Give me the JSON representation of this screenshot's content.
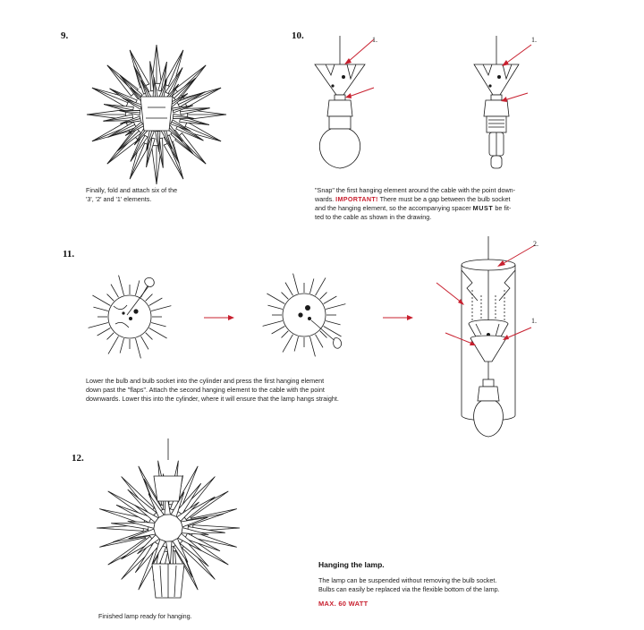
{
  "steps": {
    "s9": {
      "number": "9.",
      "caption_line1": "Finally, fold and attach six of the",
      "caption_line2": "'3', '2' and '1' elements."
    },
    "s10": {
      "number": "10.",
      "label1": "1.",
      "label2": "1.",
      "line1": "\"Snap\" the first hanging element around the cable with the point down-",
      "line2_pre": "wards.",
      "important": "IMPORTANT!",
      "line2_post": "There must be a gap between the bulb socket",
      "line3": "and the hanging element, so the accompanying spacer",
      "must": "MUST",
      "line3_post": "be fit-",
      "line4": "ted to the cable as shown in the drawing."
    },
    "s11": {
      "number": "11.",
      "label_top": "2.",
      "label_mid": "1.",
      "line1": "Lower the bulb and bulb socket into the cylinder and press the first hanging element",
      "line2": "down past the \"flaps\". Attach the second hanging element to the cable with the point",
      "line3": "downwards. Lower this into the cylinder, where it will ensure that the lamp hangs straight."
    },
    "s12": {
      "number": "12.",
      "caption": "Finished lamp ready for hanging."
    }
  },
  "hanging": {
    "title": "Hanging the lamp.",
    "line1": "The lamp can be suspended without removing the bulb socket.",
    "line2": "Bulbs can easily be replaced via the flexible bottom of the lamp.",
    "max": "MAX. 60 WATT"
  },
  "colors": {
    "accent": "#c8202f",
    "ink": "#1a1a1a"
  }
}
